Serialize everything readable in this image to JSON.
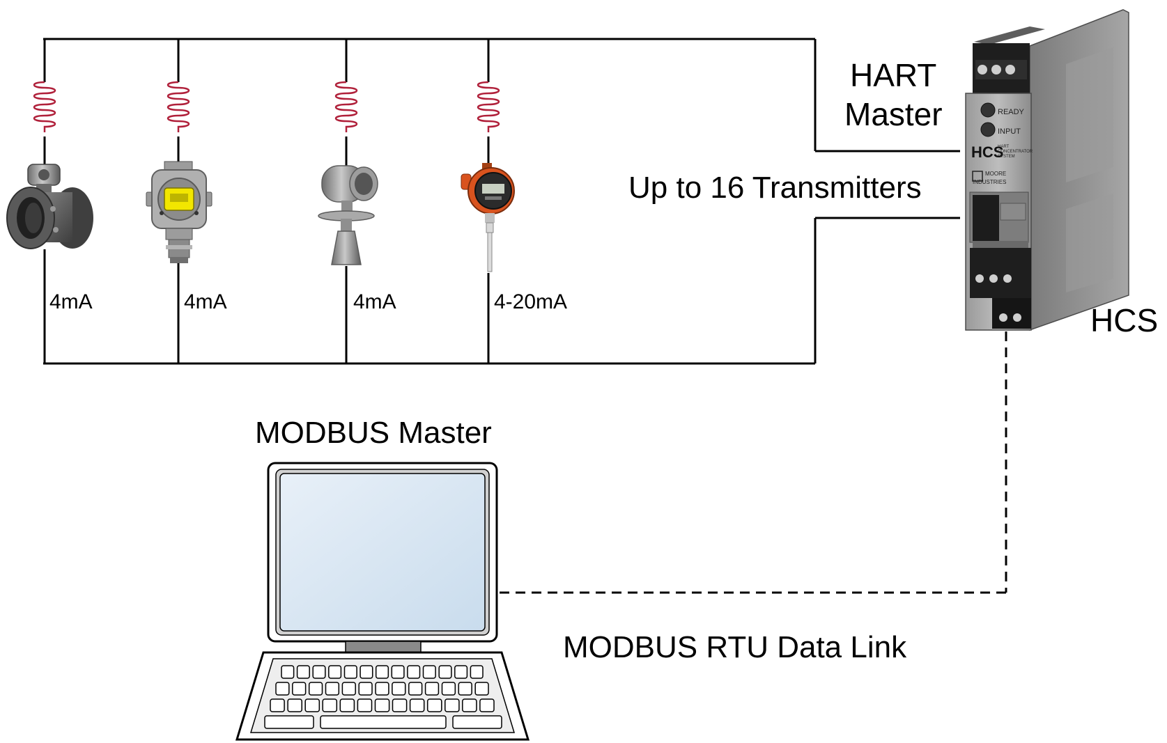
{
  "labels": {
    "hart_master_line1": "HART",
    "hart_master_line2": "Master",
    "transmitters": "Up to 16 Transmitters",
    "hcs": "HCS",
    "modbus_master": "MODBUS Master",
    "modbus_link": "MODBUS RTU Data Link"
  },
  "transmitters": [
    {
      "current": "4mA",
      "icon": "magnetic-flowmeter-icon"
    },
    {
      "current": "4mA",
      "icon": "gas-detector-icon"
    },
    {
      "current": "4mA",
      "icon": "radar-level-transmitter-icon"
    },
    {
      "current": "4-20mA",
      "icon": "temperature-transmitter-icon"
    }
  ],
  "hcs_device": {
    "leds": [
      "READY",
      "INPUT"
    ],
    "brand_logo": "HCS",
    "brand_sub": [
      "HART",
      "CONCENTRATOR",
      "SYSTEM"
    ],
    "maker": [
      "MOORE",
      "INDUSTRIES"
    ]
  },
  "colors": {
    "wire": "#000000",
    "hart_signal": "#b0203a",
    "screen": "#d6e4f2",
    "orange_housing": "#d9531e",
    "lcd_yellow": "#f2e600"
  }
}
